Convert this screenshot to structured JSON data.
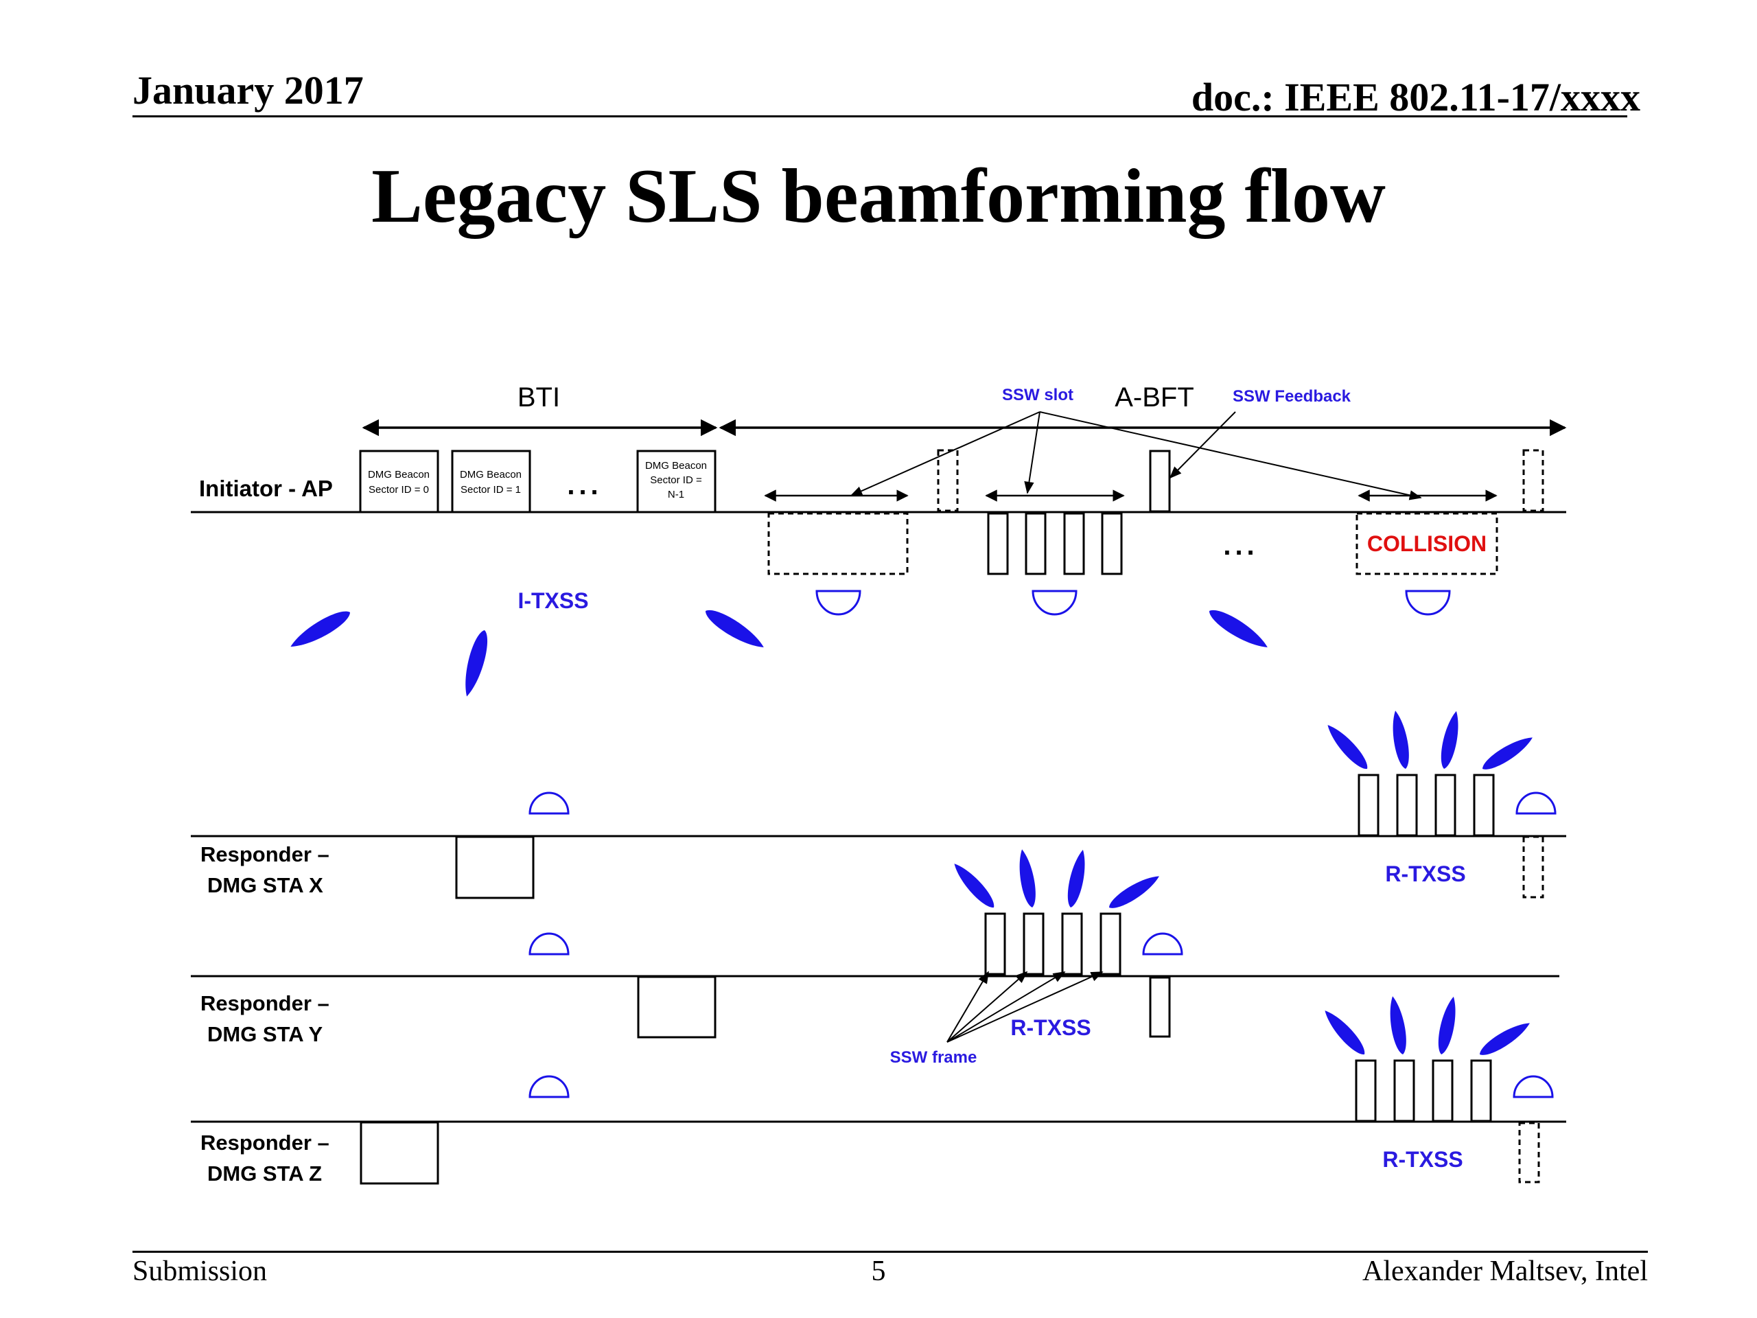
{
  "header": {
    "date": "January 2017",
    "doc": "doc.: IEEE 802.11-17/xxxx"
  },
  "title": "Legacy SLS beamforming flow",
  "footer": {
    "left": "Submission",
    "page": "5",
    "right": "Alexander Maltsev, Intel"
  },
  "colors": {
    "beam": "#1a12e8",
    "label_blue": "#2a1ae0",
    "collision": "#e01010",
    "line": "#000000"
  },
  "diagram": {
    "intervals": {
      "bti": "BTI",
      "abft": "A-BFT"
    },
    "rows": {
      "initiator": "Initiator - AP",
      "sta_x": [
        "Responder –",
        "DMG STA X"
      ],
      "sta_y": [
        "Responder –",
        "DMG STA Y"
      ],
      "sta_z": [
        "Responder –",
        "DMG STA Z"
      ]
    },
    "beacons": {
      "b0": [
        "DMG Beacon",
        "Sector ID = 0"
      ],
      "b1": [
        "DMG Beacon",
        "Sector ID = 1"
      ],
      "bn": [
        "DMG Beacon",
        "Sector ID =",
        "N-1"
      ]
    },
    "ellipsis": "...",
    "labels": {
      "ssw_slot": "SSW slot",
      "ssw_feedback": "SSW Feedback",
      "i_txss": "I-TXSS",
      "collision": "COLLISION",
      "r_txss": "R-TXSS",
      "ssw_frame": "SSW frame"
    }
  }
}
